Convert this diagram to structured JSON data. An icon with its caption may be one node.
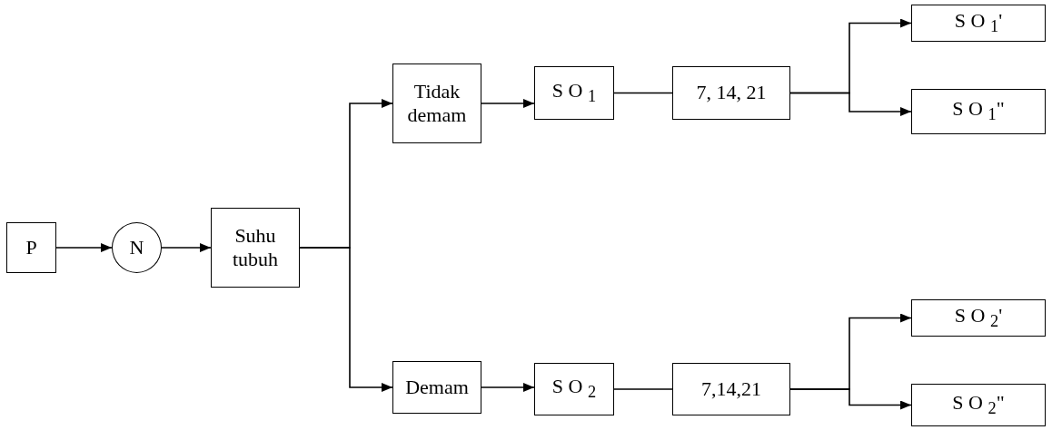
{
  "diagram": {
    "nodes": [
      {
        "text": [
          "P"
        ]
      },
      {
        "text": [
          "N"
        ]
      },
      {
        "text": [
          "Suhu tubuh"
        ]
      },
      {
        "text": [
          "Tidak demam"
        ]
      },
      {
        "text": [
          "S O $_{1}$"
        ]
      },
      {
        "text": [
          "7, 14, 21"
        ]
      },
      {
        "text": [
          "S O $_{1}$'"
        ]
      },
      {
        "text": [
          "S O $_{1}$\""
        ]
      },
      {
        "text": [
          "Demam"
        ]
      },
      {
        "text": [
          "S O $_{2}$"
        ]
      },
      {
        "text": [
          "7,14,21"
        ]
      },
      {
        "text": [
          "S O $_{2}$'"
        ]
      },
      {
        "text": [
          "S O $_{2}$\""
        ]
      }
    ],
    "edges": [
      {
        "from": 0,
        "to": 1,
        "arrow": "to"
      },
      {
        "from": 1,
        "to": 2,
        "arrow": "to"
      },
      {
        "from": 2,
        "to": 3,
        "arrow": "to"
      },
      {
        "from": 2,
        "to": 8,
        "arrow": "to"
      },
      {
        "from": 3,
        "to": 4,
        "arrow": "to"
      },
      {
        "from": 4,
        "to": 5,
        "arrow": "none"
      },
      {
        "from": 5,
        "to": 6,
        "arrow": "to"
      },
      {
        "from": 5,
        "to": 7,
        "arrow": "to"
      },
      {
        "from": 8,
        "to": 9,
        "arrow": "to"
      },
      {
        "from": 9,
        "to": 10,
        "arrow": "none"
      },
      {
        "from": 10,
        "to": 11,
        "arrow": "to"
      },
      {
        "from": 10,
        "to": 12,
        "arrow": "to"
      }
    ]
  }
}
